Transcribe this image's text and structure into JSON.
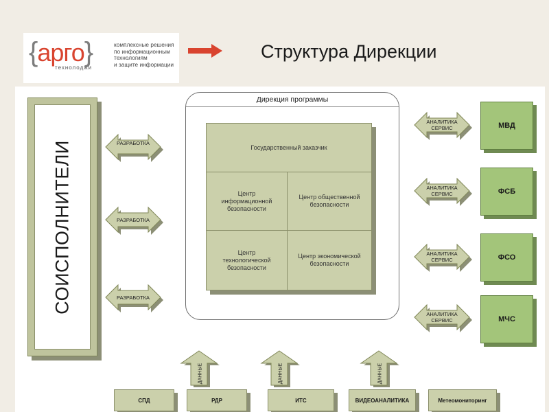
{
  "header": {
    "logo_text": "арго",
    "logo_subtext": "технолоджи",
    "logo_tagline": [
      "комплексные решения",
      "по информационным",
      "технологиям",
      "и защите информации"
    ],
    "title": "Структура Дирекции"
  },
  "diagram": {
    "cosp_label": "СОИСПОЛНИТЕЛИ",
    "directorate_title": "Дирекция программы",
    "grid": {
      "top": "Государственный заказчик",
      "cell_a": "Центр информационной безопасности",
      "cell_b": "Центр общественной безопасности",
      "cell_c": "Центр технологической безопасности",
      "cell_d": "Центр экономической безопасности"
    },
    "left_arrows": [
      "РАЗРАБОТКА",
      "РАЗРАБОТКА",
      "РАЗРАБОТКА"
    ],
    "right_arrows": [
      {
        "line1": "АНАЛИТИКА",
        "line2": "СЕРВИС"
      },
      {
        "line1": "АНАЛИТИКА",
        "line2": "СЕРВИС"
      },
      {
        "line1": "АНАЛИТИКА",
        "line2": "СЕРВИС"
      },
      {
        "line1": "АНАЛИТИКА",
        "line2": "СЕРВИС"
      }
    ],
    "agencies": [
      "МВД",
      "ФСБ",
      "ФСО",
      "МЧС"
    ],
    "data_arrows": [
      "ДАННЫЕ",
      "ДАННЫЕ",
      "ДАННЫЕ"
    ],
    "systems": [
      "СПД",
      "РДР",
      "ИТС",
      "ВИДЕОАНАЛИТИКА",
      "Метеомониторинг"
    ]
  },
  "colors": {
    "background": "#f1ede5",
    "accent_red": "#d9442f",
    "olive": "#cbd0ab",
    "green": "#a3c57a"
  }
}
